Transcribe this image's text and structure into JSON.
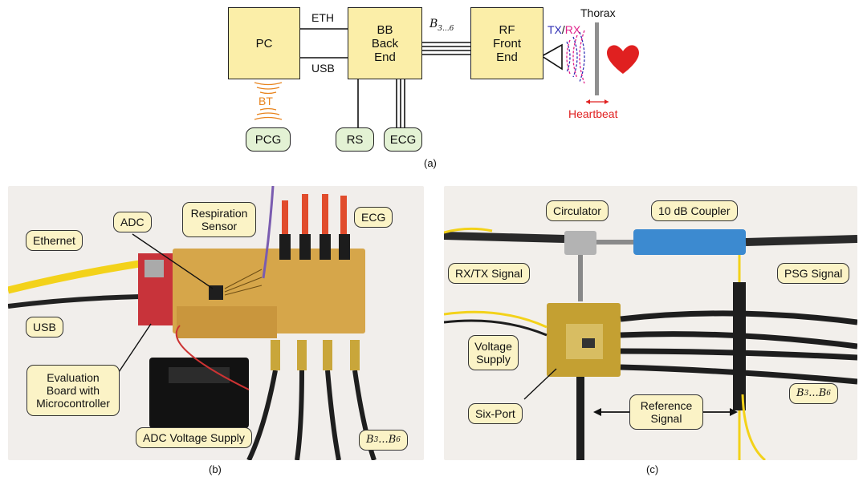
{
  "diagram": {
    "pc": "PC",
    "bb": [
      "BB",
      "Back",
      "End"
    ],
    "rf": [
      "RF",
      "Front",
      "End"
    ],
    "eth": "ETH",
    "usb": "USB",
    "bus": "B3...6",
    "thorax": "Thorax",
    "tx": "TX",
    "slash": "/",
    "rx": "RX",
    "heartbeat": "Heartbeat",
    "bt": "BT",
    "pcg": "PCG",
    "rs": "RS",
    "ecg": "ECG",
    "caption": "(a)",
    "colors": {
      "box": "#fbeea8",
      "sensor": "#e3f2d4",
      "tx": "#2d2db4",
      "rx": "#e0208a",
      "bt": "#e8841e",
      "heart": "#e02020"
    }
  },
  "photo_b": {
    "caption": "(b)",
    "labels": {
      "adc": "ADC",
      "respiration": [
        "Respiration",
        "Sensor"
      ],
      "ecg": "ECG",
      "ethernet": "Ethernet",
      "usb": "USB",
      "eval": [
        "Evaluation",
        "Board with",
        "Microcontroller"
      ],
      "adc_supply": "ADC Voltage Supply",
      "bus": "B3...B6"
    }
  },
  "photo_c": {
    "caption": "(c)",
    "labels": {
      "circulator": "Circulator",
      "coupler": "10 dB Coupler",
      "rxtx": "RX/TX Signal",
      "psg": "PSG Signal",
      "voltage": [
        "Voltage",
        "Supply"
      ],
      "sixport": "Six-Port",
      "reference": [
        "Reference",
        "Signal"
      ],
      "bus": "B3...B6"
    }
  }
}
